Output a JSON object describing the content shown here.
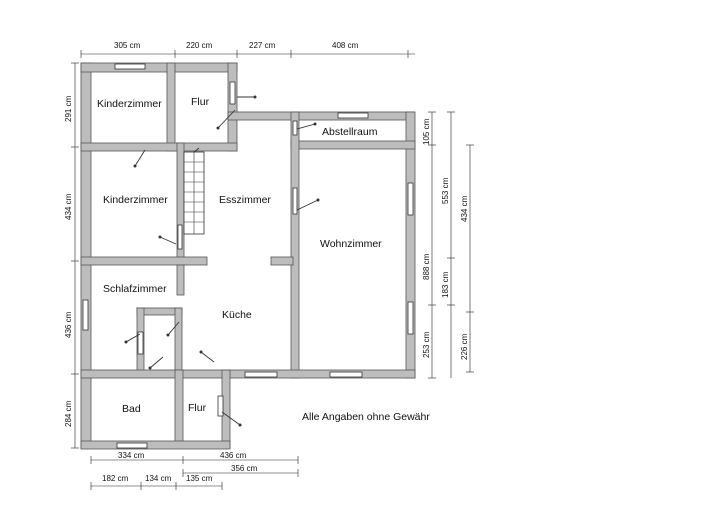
{
  "rooms": {
    "kinderzimmer_1": "Kinderzimmer",
    "flur_top": "Flur",
    "abstellraum": "Abstellraum",
    "kinderzimmer_2": "Kinderzimmer",
    "esszimmer": "Esszimmer",
    "wohnzimmer": "Wohnzimmer",
    "schlafzimmer": "Schlafzimmer",
    "kueche": "Küche",
    "bad": "Bad",
    "flur_bottom": "Flur"
  },
  "dimensions": {
    "top": [
      "305 cm",
      "220 cm",
      "227 cm",
      "408 cm"
    ],
    "left": [
      "291 cm",
      "434 cm",
      "436 cm",
      "284 cm"
    ],
    "right_a": [
      "105 cm",
      "888 cm",
      "253 cm"
    ],
    "right_b": [
      "553 cm",
      "183 cm"
    ],
    "right_c": [
      "434 cm",
      "226 cm"
    ],
    "bottom_row1": [
      "334 cm",
      "436 cm"
    ],
    "bottom_row2": [
      "356 cm"
    ],
    "bottom_row3": [
      "182 cm",
      "134 cm",
      "135 cm"
    ]
  },
  "note": "Alle Angaben ohne Gewähr"
}
